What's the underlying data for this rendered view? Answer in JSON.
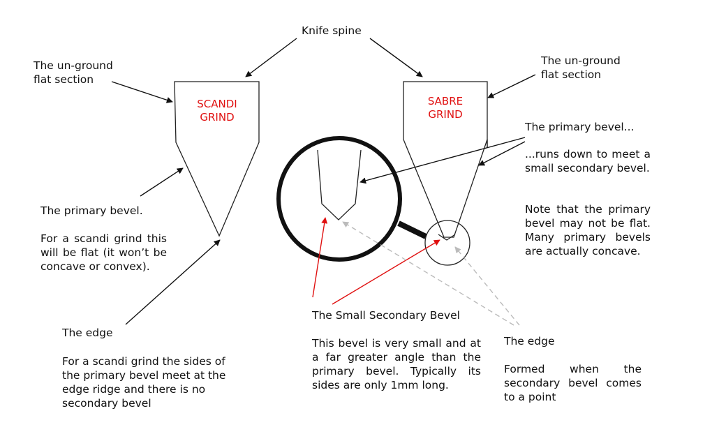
{
  "labels": {
    "knife_spine": "Knife spine",
    "unground_left": "The un-ground flat section",
    "unground_right": "The un-ground flat section",
    "scandi_grind": "SCANDI GRIND",
    "sabre_grind": "SABRE GRIND",
    "primary_bevel_left": "The primary bevel.",
    "scandi_flat_note": "For a scandi grind this will be flat (it won’t be concave or convex).",
    "edge_left": "The edge",
    "edge_left_note": "For a scandi grind the sides of the primary bevel meet at the edge ridge and there is no secondary bevel",
    "primary_bevel_right": "The primary bevel...",
    "runs_down": "...runs down to meet a small secondary bevel.",
    "concave_note": "Note that the primary bevel may not be flat. Many primary bevels are actually concave.",
    "small_secondary_bevel": "The Small Secondary Bevel",
    "secondary_note": "This bevel is very small and at a far greater angle than the primary bevel. Typically its sides are only 1mm long.",
    "edge_right": "The edge",
    "edge_right_note": "Formed when the secondary bevel comes to a point"
  },
  "colors": {
    "outline": "#222222",
    "arrow": "#111111",
    "red_label": "#e01010",
    "red_arrow": "#e01010",
    "grey_arrow": "#bbbbbb",
    "magnifier": "#111111"
  }
}
